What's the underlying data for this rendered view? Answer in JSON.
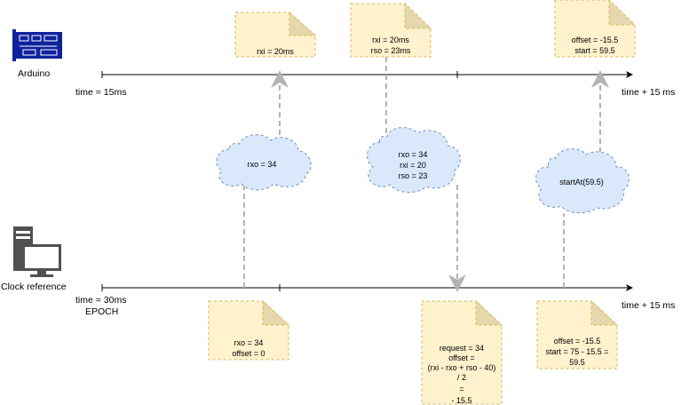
{
  "devices": {
    "arduino_label": "Arduino",
    "clock_label": "Clock reference"
  },
  "timeline_labels": {
    "top_start": "time = 15ms",
    "top_end": "time + 15 ms",
    "bottom_start": "time = 30ms",
    "bottom_epoch": "EPOCH",
    "bottom_end": "time + 15 ms"
  },
  "notes": {
    "top1": [
      "rxi = 20ms"
    ],
    "top2": [
      "rxi = 20ms",
      "rso = 23ms"
    ],
    "top3": [
      "offset = -15.5",
      "start = 59.5"
    ],
    "bottom1": [
      "rxo = 34",
      "offset = 0"
    ],
    "bottom2": [
      "request = 34",
      "offset =",
      "(rxi - rxo + rso - 40)",
      "/ 2",
      "=",
      "- 15.5"
    ],
    "bottom3": [
      "offset = -15.5",
      "start = 75 - 15.5 =",
      "59.5"
    ]
  },
  "clouds": {
    "c1": [
      "rxo = 34"
    ],
    "c2": [
      "rxo = 34",
      "rxi = 20",
      "rso = 23"
    ],
    "c3": [
      "startAt(59.5)"
    ]
  },
  "colors": {
    "note_fill": "#fff2cc",
    "note_stroke": "#d6b656",
    "cloud_fill": "#dae8fc",
    "cloud_stroke": "#6c8ebf",
    "arrow_gray": "#b3b3b3",
    "line_black": "#000000",
    "arduino_blue": "#10239e"
  },
  "icons": {
    "arduino": "circuit-board-icon",
    "clock": "computer-tower-monitor-icon"
  }
}
